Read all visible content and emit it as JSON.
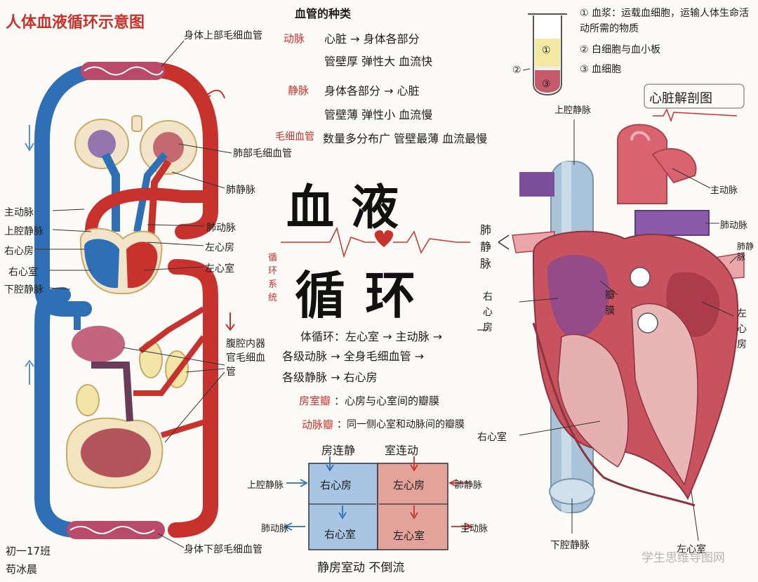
{
  "title": "人体血液循环示意图",
  "big_title": {
    "line1": "血液",
    "line2": "循环"
  },
  "side_note": "循环系统",
  "left_diagram": {
    "upper_capillaries": "身体上部毛细血管",
    "lung_capillaries": "肺部毛细血管",
    "pulmonary_vein": "肺静脉",
    "aorta": "主动脉",
    "superior_vena_cava": "上腔静脉",
    "right_atrium": "右心房",
    "right_ventricle": "右心室",
    "inferior_vena_cava": "下腔静脉",
    "pulmonary_artery": "肺动脉",
    "left_atrium": "左心房",
    "left_ventricle": "左心室",
    "organ_capillaries": "腹腔内器官毛细血管",
    "lower_capillaries": "身体下部毛细血管"
  },
  "vessels": {
    "heading": "血管的种类",
    "artery": {
      "name": "动脉",
      "line1": "心脏 → 身体各部分",
      "line2": "管壁厚 弹性大 血流快"
    },
    "vein": {
      "name": "静脉",
      "line1": "身体各部分 → 心脏",
      "line2": "管壁薄 弹性小 血流慢"
    },
    "capillary": {
      "name": "毛细血管",
      "line1": "数量多分布广 管壁最薄 血流最慢"
    }
  },
  "blood": {
    "item1": "① 血浆：运载血细胞，运输人体生命活动所需的物质",
    "item2": "② 白细胞与血小板",
    "item3": "③ 血细胞",
    "marker1": "①",
    "marker2": "②",
    "marker3": "③"
  },
  "circulation": {
    "systemic": "体循环：左心室 → 主动脉 →",
    "systemic2": "各级动脉 → 全身毛细血管 →",
    "systemic3": "各级静脉 → 右心房",
    "av_valve_label": "房室瓣",
    "av_valve_text": "：心房与心室间的瓣膜",
    "arterial_valve_label": "动脉瓣",
    "arterial_valve_text": "：同一侧心室和动脉间的瓣膜"
  },
  "heart_box": {
    "top_left": "房连静",
    "top_right": "室连动",
    "right_atrium": "右心房",
    "left_atrium": "左心房",
    "right_ventricle": "右心室",
    "left_ventricle": "左心室",
    "svc": "上腔静脉",
    "pv": "肺静脉",
    "pa": "肺动脉",
    "ao": "主动脉",
    "bottom": "静房室动 不倒流"
  },
  "heart_anatomy": {
    "title": "心脏解剖图",
    "svc": "上腔静脉",
    "aorta": "主动脉",
    "pulmonary_artery": "肺动脉",
    "pulmonary_vein_r": "肺静脉",
    "pulmonary_vein_l": "肺静脉",
    "right_atrium": "右心房",
    "left_atrium": "左心房",
    "valve": "瓣膜",
    "right_ventricle": "右心室",
    "left_ventricle": "左心室",
    "ivc": "下腔静脉"
  },
  "signature": {
    "class": "初一17班",
    "name": "苟冰晨"
  },
  "watermark": "学生思维导图网",
  "colors": {
    "artery": "#c8322c",
    "vein": "#2f6fb5",
    "ink": "#1d1d1d"
  }
}
